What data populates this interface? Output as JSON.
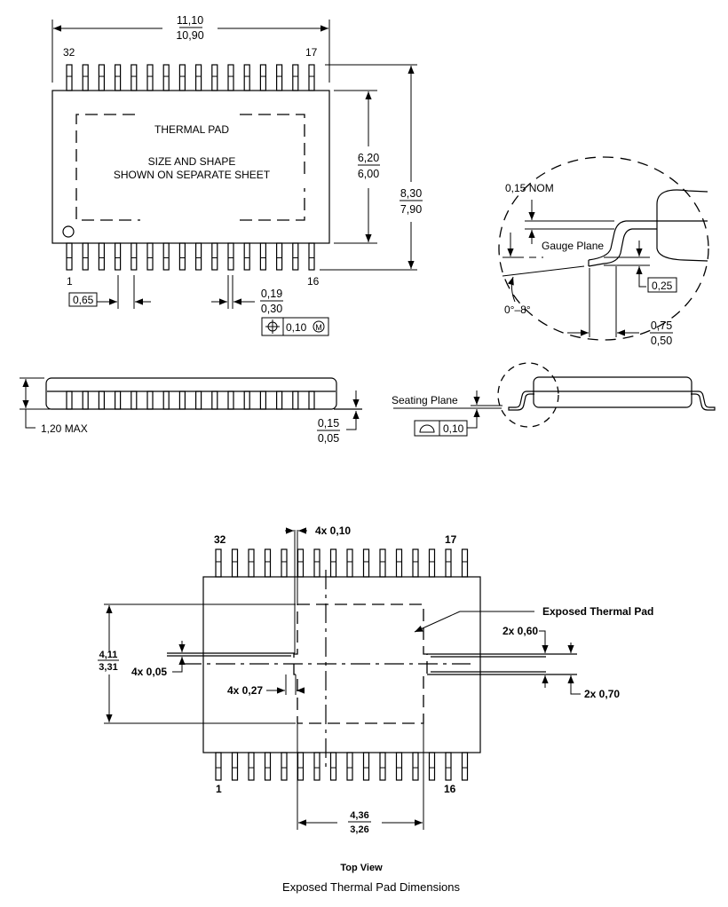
{
  "drawing": {
    "top_view": {
      "overall_width": {
        "max": "11,10",
        "min": "10,90"
      },
      "pin_labels": {
        "top_left": "32",
        "top_right": "17",
        "bottom_left": "1",
        "bottom_right": "16"
      },
      "body_height": {
        "max": "6,20",
        "min": "6,00"
      },
      "overall_height": {
        "max": "8,30",
        "min": "7,90"
      },
      "thermal_pad_note": [
        "THERMAL PAD",
        "SIZE AND SHAPE",
        "SHOWN ON SEPARATE SHEET"
      ],
      "pitch": "0,65",
      "lead_width": {
        "min": "0,19",
        "max": "0,30"
      },
      "position_tolerance": {
        "symbol": "⌖",
        "value": "0,10",
        "modifier": "M"
      },
      "pins_per_side": 16
    },
    "detail_view": {
      "nominal_thickness": "0,15 NOM",
      "gauge_plane_label": "Gauge Plane",
      "gauge_value": "0,25",
      "angle": "0°–8°",
      "foot_length": {
        "max": "0,75",
        "min": "0,50"
      }
    },
    "side_view": {
      "max_height": "1,20 MAX",
      "standoff": {
        "max": "0,15",
        "min": "0,05"
      }
    },
    "seating_view": {
      "seating_plane_label": "Seating Plane",
      "coplanarity": {
        "symbol": "⌓",
        "value": "0,10"
      }
    },
    "thermal_pad_view": {
      "pin_labels": {
        "top_left": "32",
        "top_right": "17",
        "bottom_left": "1",
        "bottom_right": "16"
      },
      "notch_width": "4x 0,10",
      "pad_height": {
        "max": "4,11",
        "min": "3,31"
      },
      "notch_offset": "4x 0,05",
      "notch_depth": "4x 0,27",
      "pad_label": "Exposed Thermal Pad",
      "tab_upper": "2x 0,60",
      "tab_lower": "2x 0,70",
      "pad_width": {
        "max": "4,36",
        "min": "3,26"
      },
      "view_caption": "Top View",
      "title": "Exposed Thermal Pad Dimensions"
    }
  }
}
